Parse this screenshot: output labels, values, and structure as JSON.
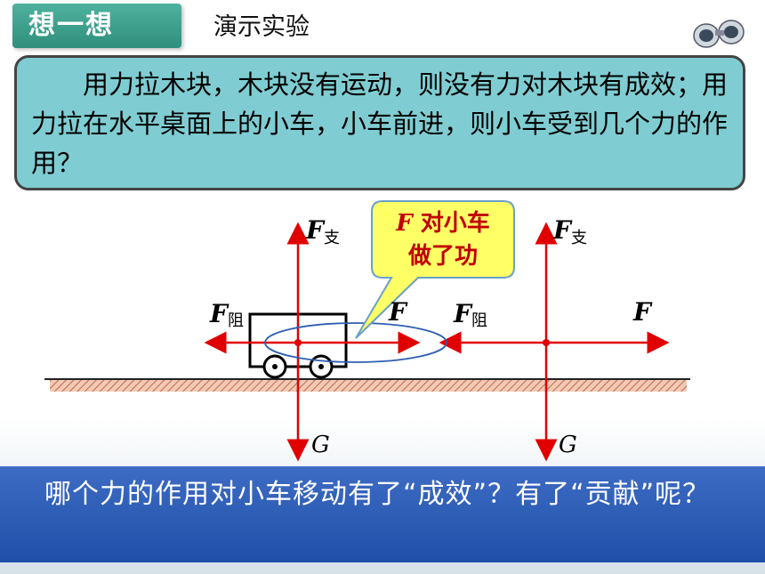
{
  "header": {
    "tab_label": "想一想",
    "subtitle": "演示实验"
  },
  "question": {
    "text": "用力拉木块，木块没有运动，则没有力对木块有成效；用力拉在水平桌面上的小车，小车前进，则小车受到几个力的作用？"
  },
  "diagram": {
    "left": {
      "f_support": "F",
      "f_support_sub": "支",
      "f_resist": "F",
      "f_resist_sub": "阻",
      "f_pull": "F",
      "gravity": "G"
    },
    "right": {
      "f_support": "F",
      "f_support_sub": "支",
      "f_resist": "F",
      "f_resist_sub": "阻",
      "f_pull": "F",
      "gravity": "G"
    },
    "callout": {
      "line1_symbol": "F",
      "line1_text": "对小车",
      "line2_text": "做了功"
    },
    "colors": {
      "arrow": "#e00000",
      "callout_fill": "#ffff66",
      "callout_text": "#c00000",
      "ellipse": "#2f5fb0"
    }
  },
  "bottom": {
    "text": "哪个力的作用对小车移动有了“成效”？有了“贡献”呢？"
  }
}
